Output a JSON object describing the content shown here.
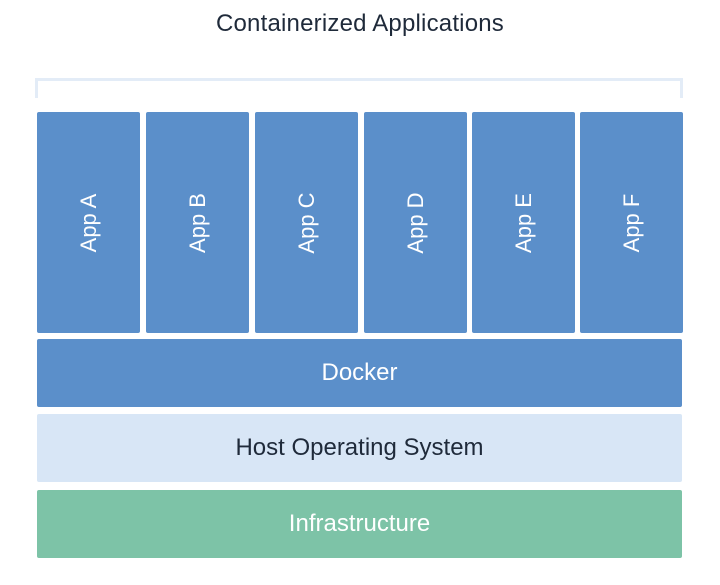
{
  "title": "Containerized Applications",
  "apps": [
    "App A",
    "App B",
    "App C",
    "App D",
    "App E",
    "App F"
  ],
  "layers": {
    "docker": "Docker",
    "host": "Host Operating System",
    "infrastructure": "Infrastructure"
  },
  "colors": {
    "app_block": "#5b8fca",
    "docker_layer": "#5b8fca",
    "host_layer": "#d8e6f6",
    "infrastructure_layer": "#7dc3a7",
    "bracket": "#e3ecf7"
  }
}
